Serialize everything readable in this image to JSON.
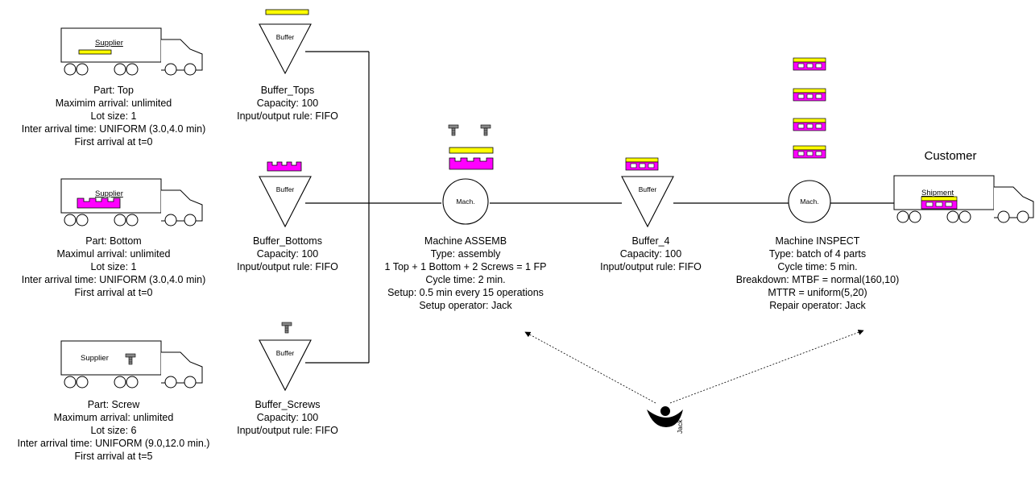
{
  "colors": {
    "part_top": "#ffff00",
    "part_bottom": "#ff00ff",
    "screw": "#888888",
    "line": "#000000"
  },
  "suppliers": [
    {
      "id": "supplier-top",
      "truck_label": "Supplier",
      "cargo": "top",
      "lines": [
        "Part: Top",
        "Maximim arrival: unlimited",
        "Lot size: 1",
        "Inter arrival time: UNIFORM (3.0,4.0 min)",
        "First arrival at t=0"
      ]
    },
    {
      "id": "supplier-bottom",
      "truck_label": "Supplier",
      "cargo": "bottom",
      "lines": [
        "Part: Bottom",
        "Maximul arrival: unlimited",
        "Lot size: 1",
        "Inter arrival time: UNIFORM (3.0,4.0 min)",
        "First arrival at t=0"
      ]
    },
    {
      "id": "supplier-screw",
      "truck_label": "Supplier",
      "cargo": "screw",
      "lines": [
        "Part: Screw",
        "Maximum arrival: unlimited",
        "Lot size: 6",
        "Inter arrival time: UNIFORM (9.0,12.0 min.)",
        "First arrival at t=5"
      ]
    }
  ],
  "buffers": [
    {
      "id": "buffer-tops",
      "symbol_label": "Buffer",
      "icon": "top",
      "lines": [
        "Buffer_Tops",
        "Capacity: 100",
        "Input/output rule: FIFO"
      ]
    },
    {
      "id": "buffer-bottoms",
      "symbol_label": "Buffer",
      "icon": "bottom",
      "lines": [
        "Buffer_Bottoms",
        "Capacity: 100",
        "Input/output rule: FIFO"
      ]
    },
    {
      "id": "buffer-screws",
      "symbol_label": "Buffer",
      "icon": "screw",
      "lines": [
        "Buffer_Screws",
        "Capacity: 100",
        "Input/output rule: FIFO"
      ]
    },
    {
      "id": "buffer-4",
      "symbol_label": "Buffer",
      "icon": "assembled",
      "lines": [
        "Buffer_4",
        "Capacity: 100",
        "Input/output rule: FIFO"
      ]
    }
  ],
  "machines": [
    {
      "id": "machine-assemb",
      "symbol_label": "Mach.",
      "lines": [
        "Machine ASSEMB",
        "Type: assembly",
        "1 Top + 1 Bottom + 2 Screws = 1 FP",
        "Cycle time: 2 min.",
        "Setup: 0.5 min every 15 operations",
        "Setup operator: Jack"
      ]
    },
    {
      "id": "machine-inspect",
      "symbol_label": "Mach.",
      "lines": [
        "Machine INSPECT",
        "Type: batch of 4 parts",
        "Cycle time: 5 min.",
        "Breakdown: MTBF = normal(160,10)",
        "MTTR = uniform(5,20)",
        "Repair operator: Jack"
      ]
    }
  ],
  "customer": {
    "title": "Customer",
    "truck_label": "Shipment"
  },
  "operator": {
    "name": "Jack"
  }
}
